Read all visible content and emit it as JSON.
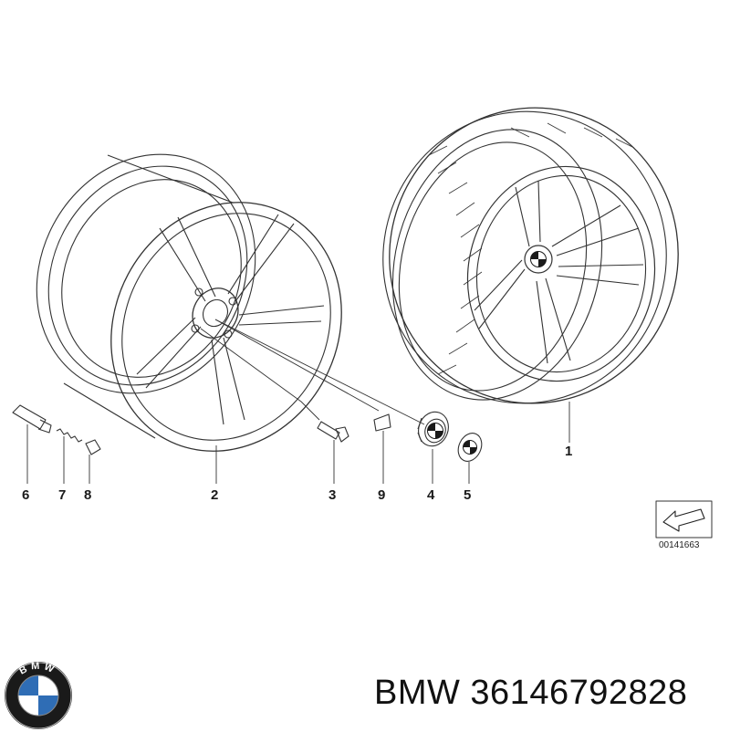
{
  "callouts": {
    "c1": "1",
    "c2": "2",
    "c3": "3",
    "c4": "4",
    "c5": "5",
    "c6": "6",
    "c7": "7",
    "c8": "8",
    "c9": "9"
  },
  "reference_code": "00141663",
  "footer": {
    "brand": "BMW",
    "part_number": "36146792828",
    "text": "BMW 36146792828"
  },
  "logo": {
    "letters": "BMW",
    "colors": {
      "blue": "#2f6db5",
      "black": "#1a1a1a",
      "white": "#ffffff"
    }
  }
}
